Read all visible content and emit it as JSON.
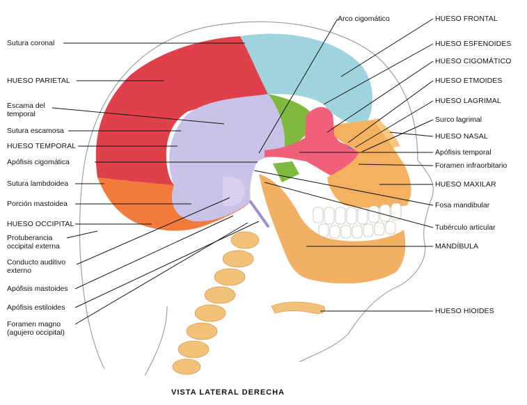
{
  "diagram": {
    "caption": "VISTA LATERAL DERECHA",
    "left_labels": {
      "sutura_coronal": "Sutura coronal",
      "hueso_parietal": "HUESO PARIETAL",
      "escama_temporal_1": "Escama del",
      "escama_temporal_2": "temporal",
      "sutura_escamosa": "Sutura escamosa",
      "hueso_temporal": "HUESO TEMPORAL",
      "apofisis_cigomatica": "Apófisis cigomática",
      "sutura_lambdoidea": "Sutura lambdoidea",
      "porcion_mastoidea": "Porción mastoidea",
      "hueso_occipital": "HUESO OCCIPITAL",
      "protuberancia_1": "Protuberancia",
      "protuberancia_2": "occipital externa",
      "conducto_1": "Conducto auditivo",
      "conducto_2": "externo",
      "apofisis_mastoides": "Apófisis mastoides",
      "apofisis_estiloides": "Apófisis estiloides",
      "foramen_magno_1": "Foramen magno",
      "foramen_magno_2": "(agujero occipital)"
    },
    "right_labels": {
      "arco_cigomatico": "Arco cigomático",
      "hueso_frontal": "HUESO FRONTAL",
      "hueso_esfenoides": "HUESO ESFENOIDES",
      "hueso_cigomatico": "HUESO CIGOMÁTICO",
      "hueso_etmoides": "HUESO ETMOIDES",
      "hueso_lagrimal": "HUESO LAGRIMAL",
      "surco_lagrimal": "Surco lagrimal",
      "hueso_nasal": "HUESO NASAL",
      "apofisis_temporal": "Apófisis temporal",
      "foramen_infraorbitario": "Foramen infraorbitario",
      "hueso_maxilar": "HUESO MAXILAR",
      "fosa_mandibular": "Fosa mandibular",
      "tuberculo_articular": "Tubérculo articular",
      "mandibula": "MANDÍBULA",
      "hueso_hioides": "HUESO HIOIDES"
    },
    "colors": {
      "parietal": "#e0404a",
      "frontal": "#9fd4df",
      "temporal": "#c9c3e8",
      "occipital": "#f27a3c",
      "sphenoid": "#7dba3e",
      "zygomatic": "#f0607a",
      "maxilla": "#f4b260",
      "mandible": "#f2b064",
      "vertebrae": "#f3c27a",
      "leader_line": "#111111"
    }
  }
}
